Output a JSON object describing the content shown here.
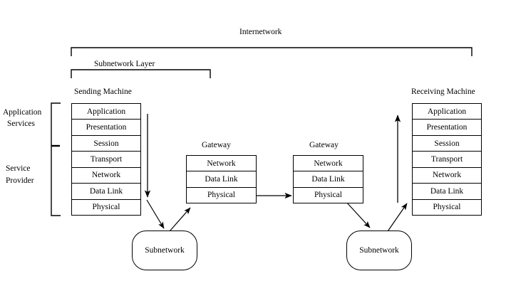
{
  "diagram": {
    "title": "Internetwork layered protocol stack diagram",
    "stroke_color": "#000000",
    "background_color": "#ffffff"
  },
  "brackets": {
    "internetwork": {
      "label": "Internetwork"
    },
    "subnetwork_layer": {
      "label": "Subnetwork Layer"
    },
    "left_side": {
      "application_services_line1": "Application",
      "application_services_line2": "Services",
      "service_provider_line1": "Service",
      "service_provider_line2": "Provider"
    }
  },
  "nodes": {
    "sending_machine": {
      "caption": "Sending Machine",
      "layers": [
        "Application",
        "Presentation",
        "Session",
        "Transport",
        "Network",
        "Data Link",
        "Physical"
      ]
    },
    "receiving_machine": {
      "caption": "Receiving Machine",
      "layers": [
        "Application",
        "Presentation",
        "Session",
        "Transport",
        "Network",
        "Data Link",
        "Physical"
      ]
    },
    "gateway_left": {
      "caption": "Gateway",
      "layers": [
        "Network",
        "Data Link",
        "Physical"
      ]
    },
    "gateway_right": {
      "caption": "Gateway",
      "layers": [
        "Network",
        "Data Link",
        "Physical"
      ]
    },
    "subnetwork_left": {
      "label": "Subnetwork"
    },
    "subnetwork_right": {
      "label": "Subnetwork"
    }
  },
  "connectors": [
    {
      "name": "sending-stack-downward-arrow",
      "from": "Application",
      "to": "Physical",
      "direction": "down"
    },
    {
      "name": "sending-to-subnetwork-left",
      "from": "Sending Machine Physical",
      "to": "Subnetwork",
      "direction": "down-right"
    },
    {
      "name": "subnetwork-left-to-gateway-left",
      "from": "Subnetwork",
      "to": "Gateway",
      "direction": "up-right"
    },
    {
      "name": "gateway-left-to-gateway-right",
      "from": "Gateway Physical",
      "to": "Gateway Physical",
      "direction": "right"
    },
    {
      "name": "gateway-right-to-subnetwork-right",
      "from": "Gateway",
      "to": "Subnetwork",
      "direction": "down-right"
    },
    {
      "name": "subnetwork-right-to-receiving",
      "from": "Subnetwork",
      "to": "Receiving Machine Physical",
      "direction": "up-right"
    },
    {
      "name": "receiving-stack-upward-arrow",
      "from": "Physical",
      "to": "Application",
      "direction": "up"
    }
  ]
}
